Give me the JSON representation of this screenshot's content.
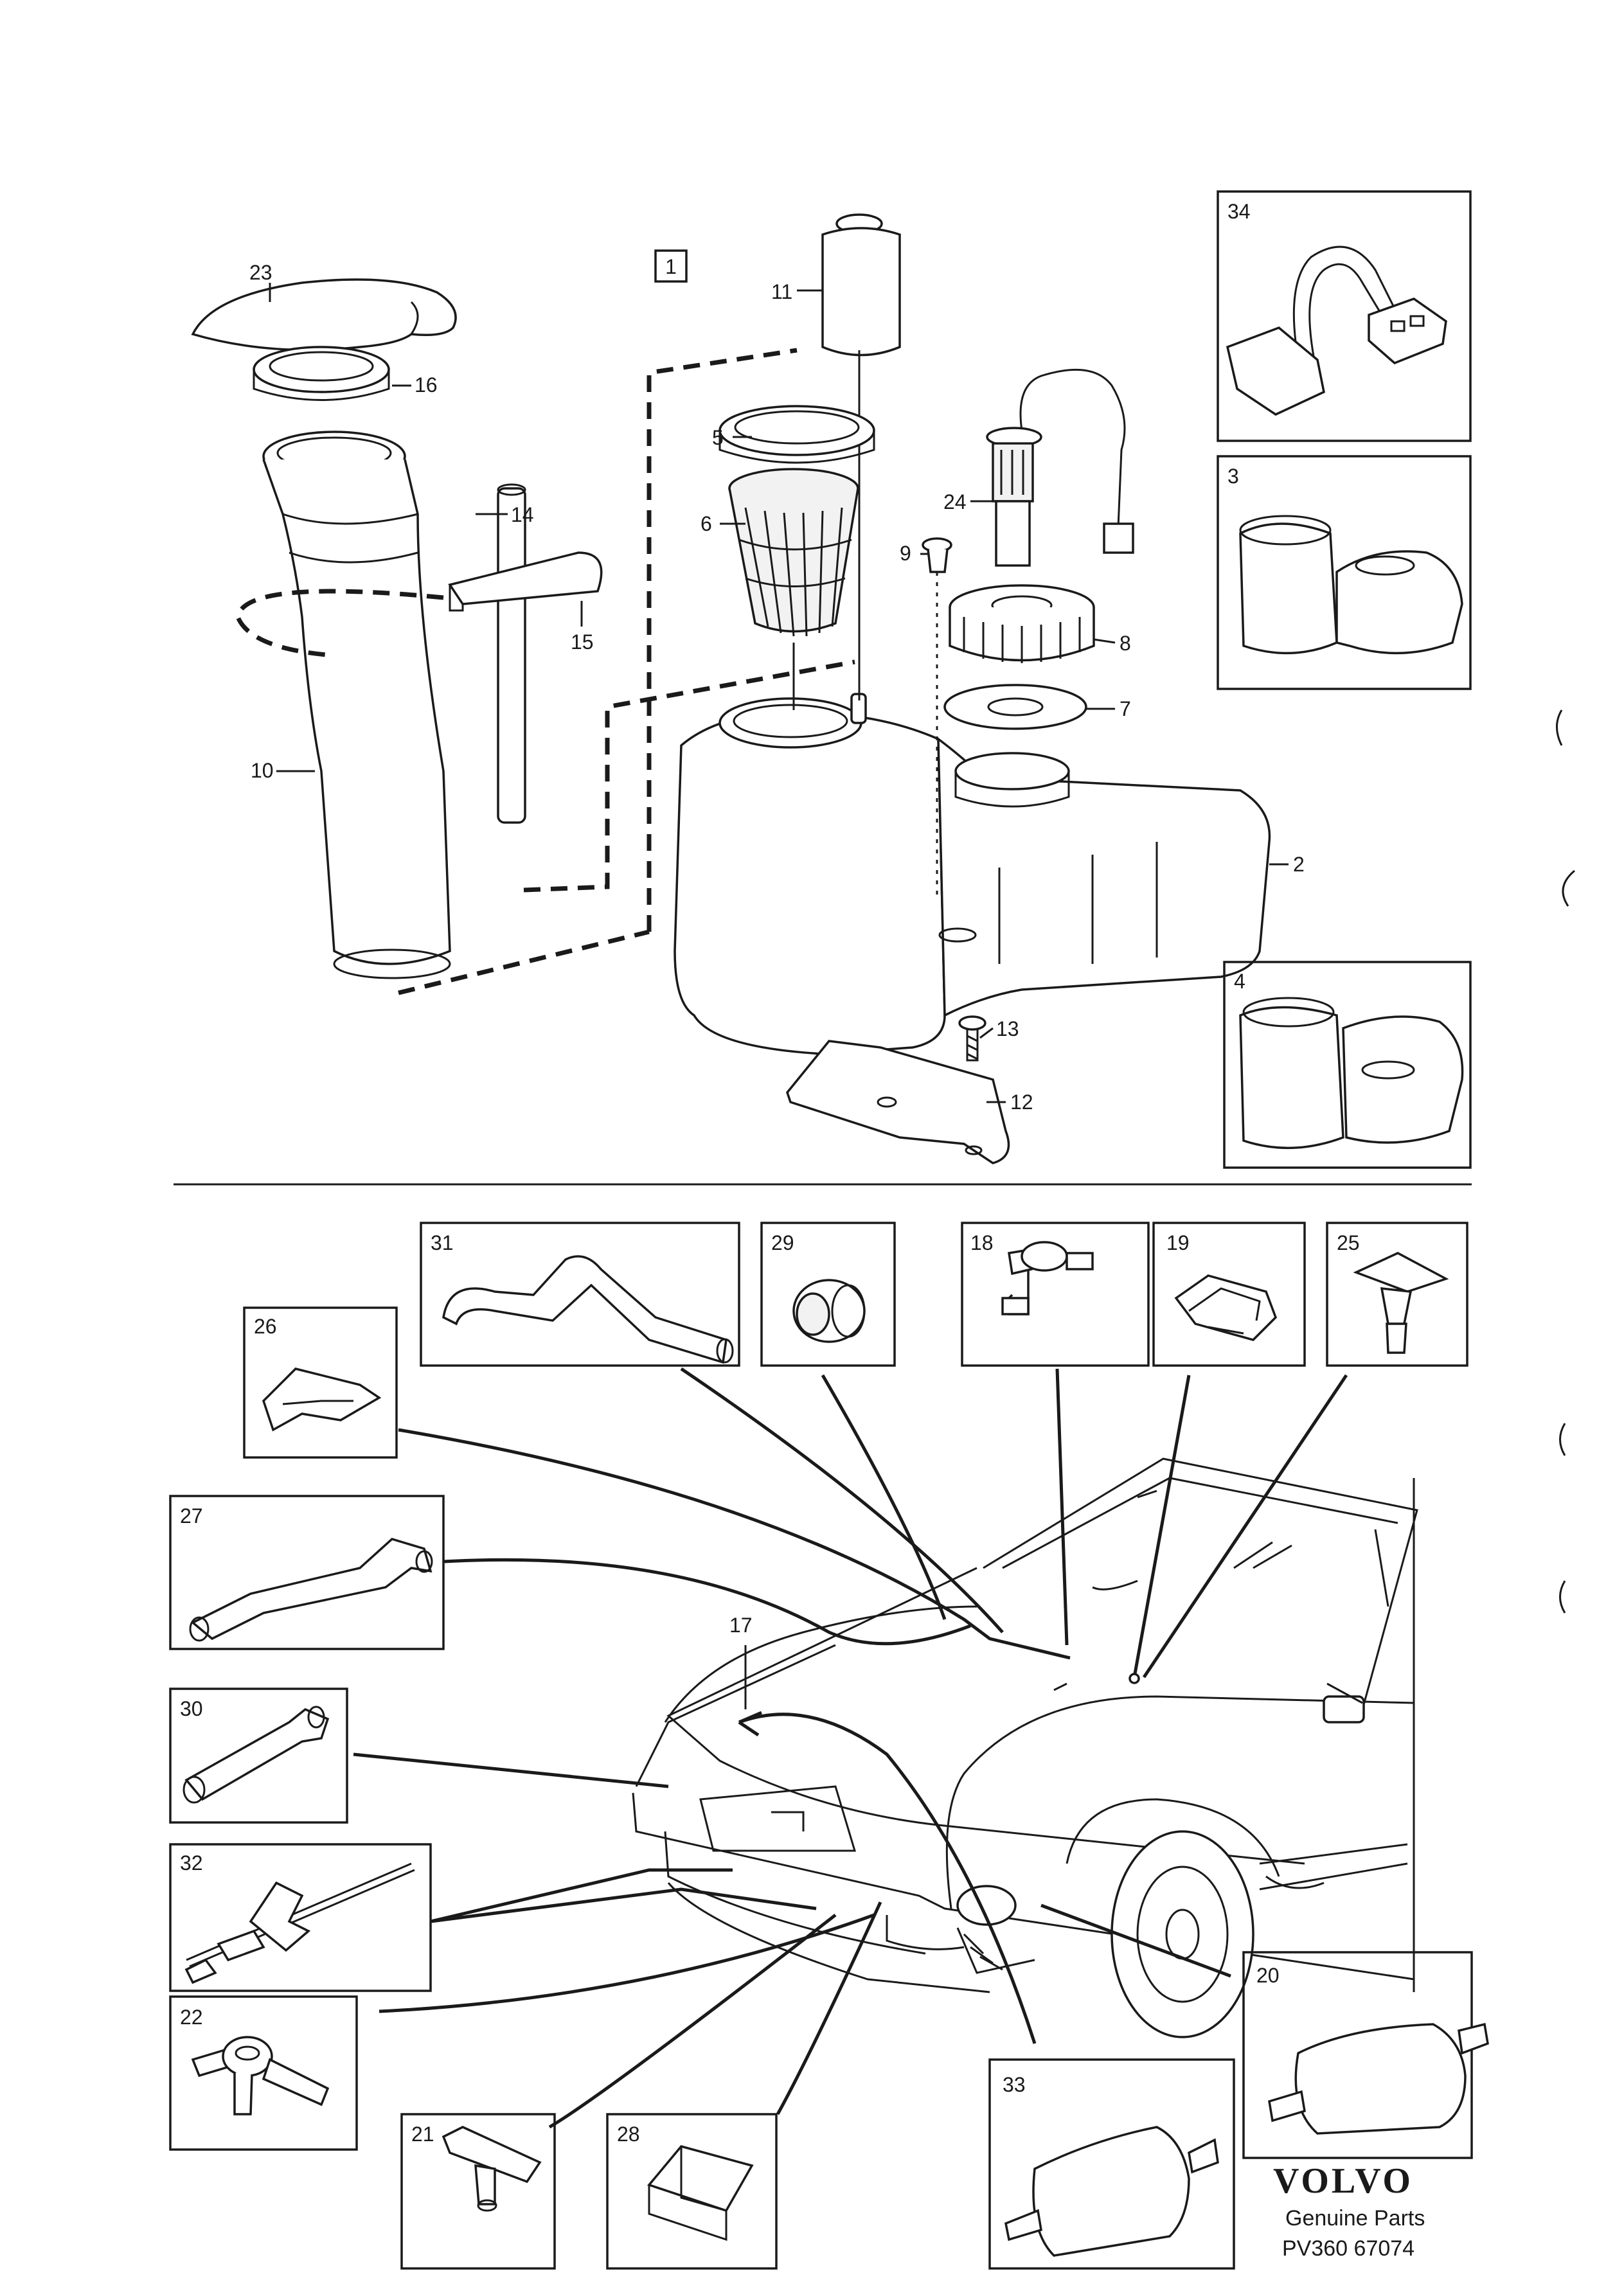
{
  "diagram": {
    "frame_label": "1",
    "brand": {
      "logo": "VOLVO",
      "caption": "Genuine Parts",
      "reference": "PV360 67074"
    },
    "upper_callouts": [
      "2",
      "5",
      "6",
      "7",
      "8",
      "9",
      "10",
      "11",
      "12",
      "13",
      "14",
      "15",
      "16",
      "23",
      "24"
    ],
    "box_labels": {
      "b34": "34",
      "b3": "3",
      "b4": "4",
      "b31": "31",
      "b29": "29",
      "b18": "18",
      "b19": "19",
      "b25": "25",
      "b26": "26",
      "b27": "27",
      "b30": "30",
      "b32": "32",
      "b22": "22",
      "b21": "21",
      "b28": "28",
      "b33": "33",
      "b20": "20"
    },
    "hose_label": "17",
    "colors": {
      "ink": "#1a1a1a",
      "paper": "#ffffff"
    }
  }
}
